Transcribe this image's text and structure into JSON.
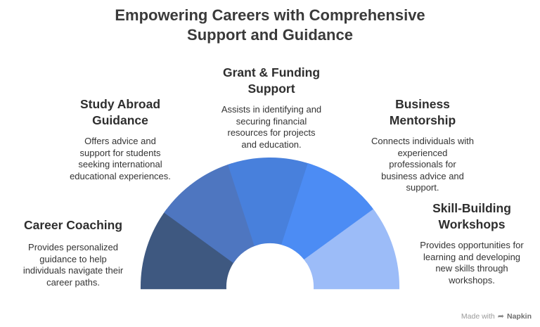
{
  "title": "Empowering Careers with Comprehensive\nSupport and Guidance",
  "segments": [
    {
      "heading": "Career Coaching",
      "description": "Provides personalized\nguidance to help\nindividuals navigate their\ncareer paths.",
      "color": "#3e5880"
    },
    {
      "heading": "Study Abroad\nGuidance",
      "description": "Offers advice and\nsupport for students\nseeking international\neducational experiences.",
      "color": "#4e76c0"
    },
    {
      "heading": "Grant & Funding\nSupport",
      "description": "Assists in identifying and\nsecuring financial\nresources for projects\nand education.",
      "color": "#4880dc"
    },
    {
      "heading": "Business\nMentorship",
      "description": "Connects individuals with\nexperienced\nprofessionals for\nbusiness advice and\nsupport.",
      "color": "#4c8cf4"
    },
    {
      "heading": "Skill-Building\nWorkshops",
      "description": "Provides opportunities for\nlearning and developing\nnew skills through\nworkshops.",
      "color": "#9cbcf8"
    }
  ],
  "footer": {
    "prefix": "Made with",
    "logo_icon": "napkin-logo-icon",
    "brand": "Napkin"
  }
}
